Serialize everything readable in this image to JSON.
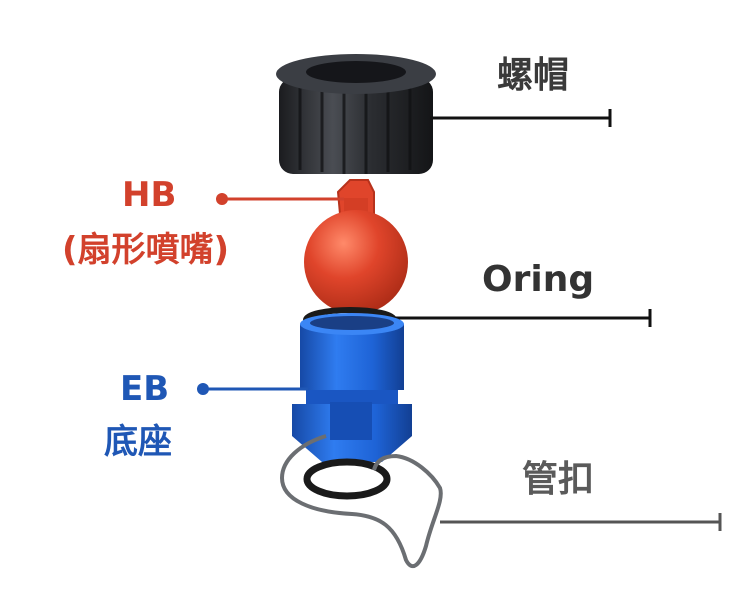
{
  "labels": {
    "cap": "螺帽",
    "hb_code": "HB",
    "hb_name": "(扇形噴嘴)",
    "oring": "Oring",
    "eb_code": "EB",
    "eb_name": "底座",
    "clip": "管扣"
  },
  "colors": {
    "cap_body": "#2a2c30",
    "nozzle": "#e0452b",
    "base": "#1e63d6",
    "oring": "#1a1a1a",
    "clip_wire": "#6b6e72",
    "hb_text": "#d2412c",
    "eb_text": "#1f57b5",
    "leader_dark": "#111111",
    "leader_gray": "#555555"
  }
}
